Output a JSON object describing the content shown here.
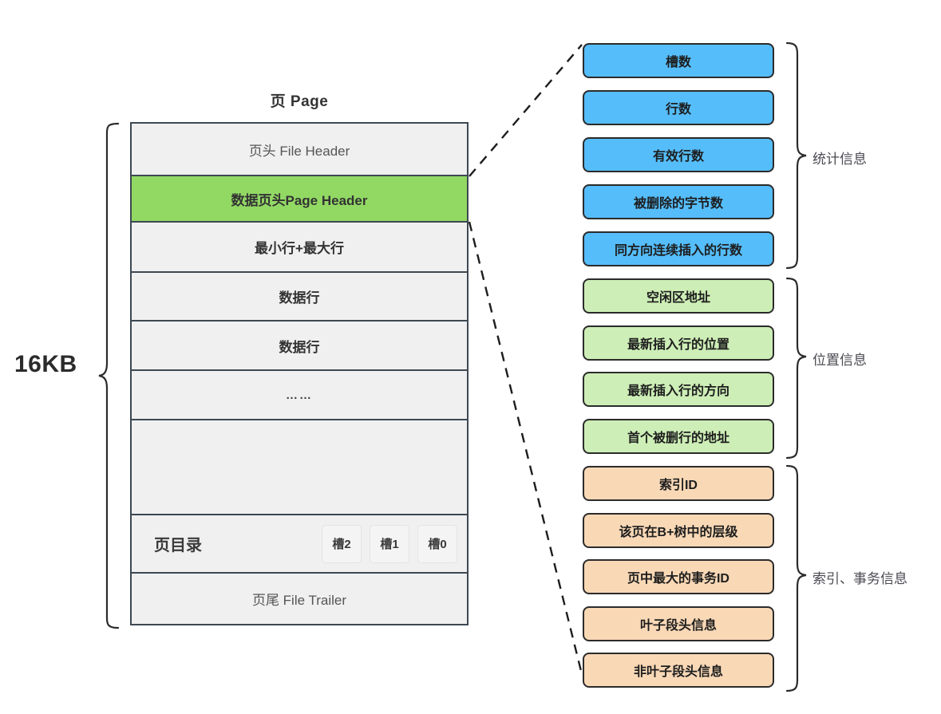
{
  "page": {
    "title": "页 Page",
    "size_label": "16KB",
    "rows": [
      {
        "label": "页头 File Header",
        "style": "light",
        "height": 66
      },
      {
        "label": "数据页头Page Header",
        "style": "green",
        "height": 58
      },
      {
        "label": "最小行+最大行",
        "style": "bold",
        "height": 63
      },
      {
        "label": "数据行",
        "style": "bold",
        "height": 61
      },
      {
        "label": "数据行",
        "style": "bold",
        "height": 62
      },
      {
        "label": "……",
        "style": "dots",
        "height": 62
      },
      {
        "label": "",
        "style": "blank",
        "height": 119
      },
      {
        "label": "页目录",
        "style": "dir",
        "height": 73
      },
      {
        "label": "页尾 File Trailer",
        "style": "light",
        "height": 63
      }
    ],
    "directory": {
      "label": "页目录",
      "slots": [
        "槽2",
        "槽1",
        "槽0"
      ]
    }
  },
  "detail": {
    "groups": [
      {
        "name": "统计信息",
        "color": "blue",
        "color_hex": "#55bdfa",
        "items": [
          "槽数",
          "行数",
          "有效行数",
          "被删除的字节数",
          "同方向连续插入的行数"
        ]
      },
      {
        "name": "位置信息",
        "color": "green",
        "color_hex": "#cdeeb6",
        "items": [
          "空闲区地址",
          "最新插入行的位置",
          "最新插入行的方向",
          "首个被删行的地址"
        ]
      },
      {
        "name": "索引、事务信息",
        "color": "orange",
        "color_hex": "#f9d8b6",
        "items": [
          "索引ID",
          "该页在B+树中的层级",
          "页中最大的事务ID",
          "叶子段头信息",
          "非叶子段头信息"
        ]
      }
    ]
  },
  "colors": {
    "page_header_green": "#92d964",
    "row_fill": "#f0f0f0",
    "border": "#3d4852"
  }
}
